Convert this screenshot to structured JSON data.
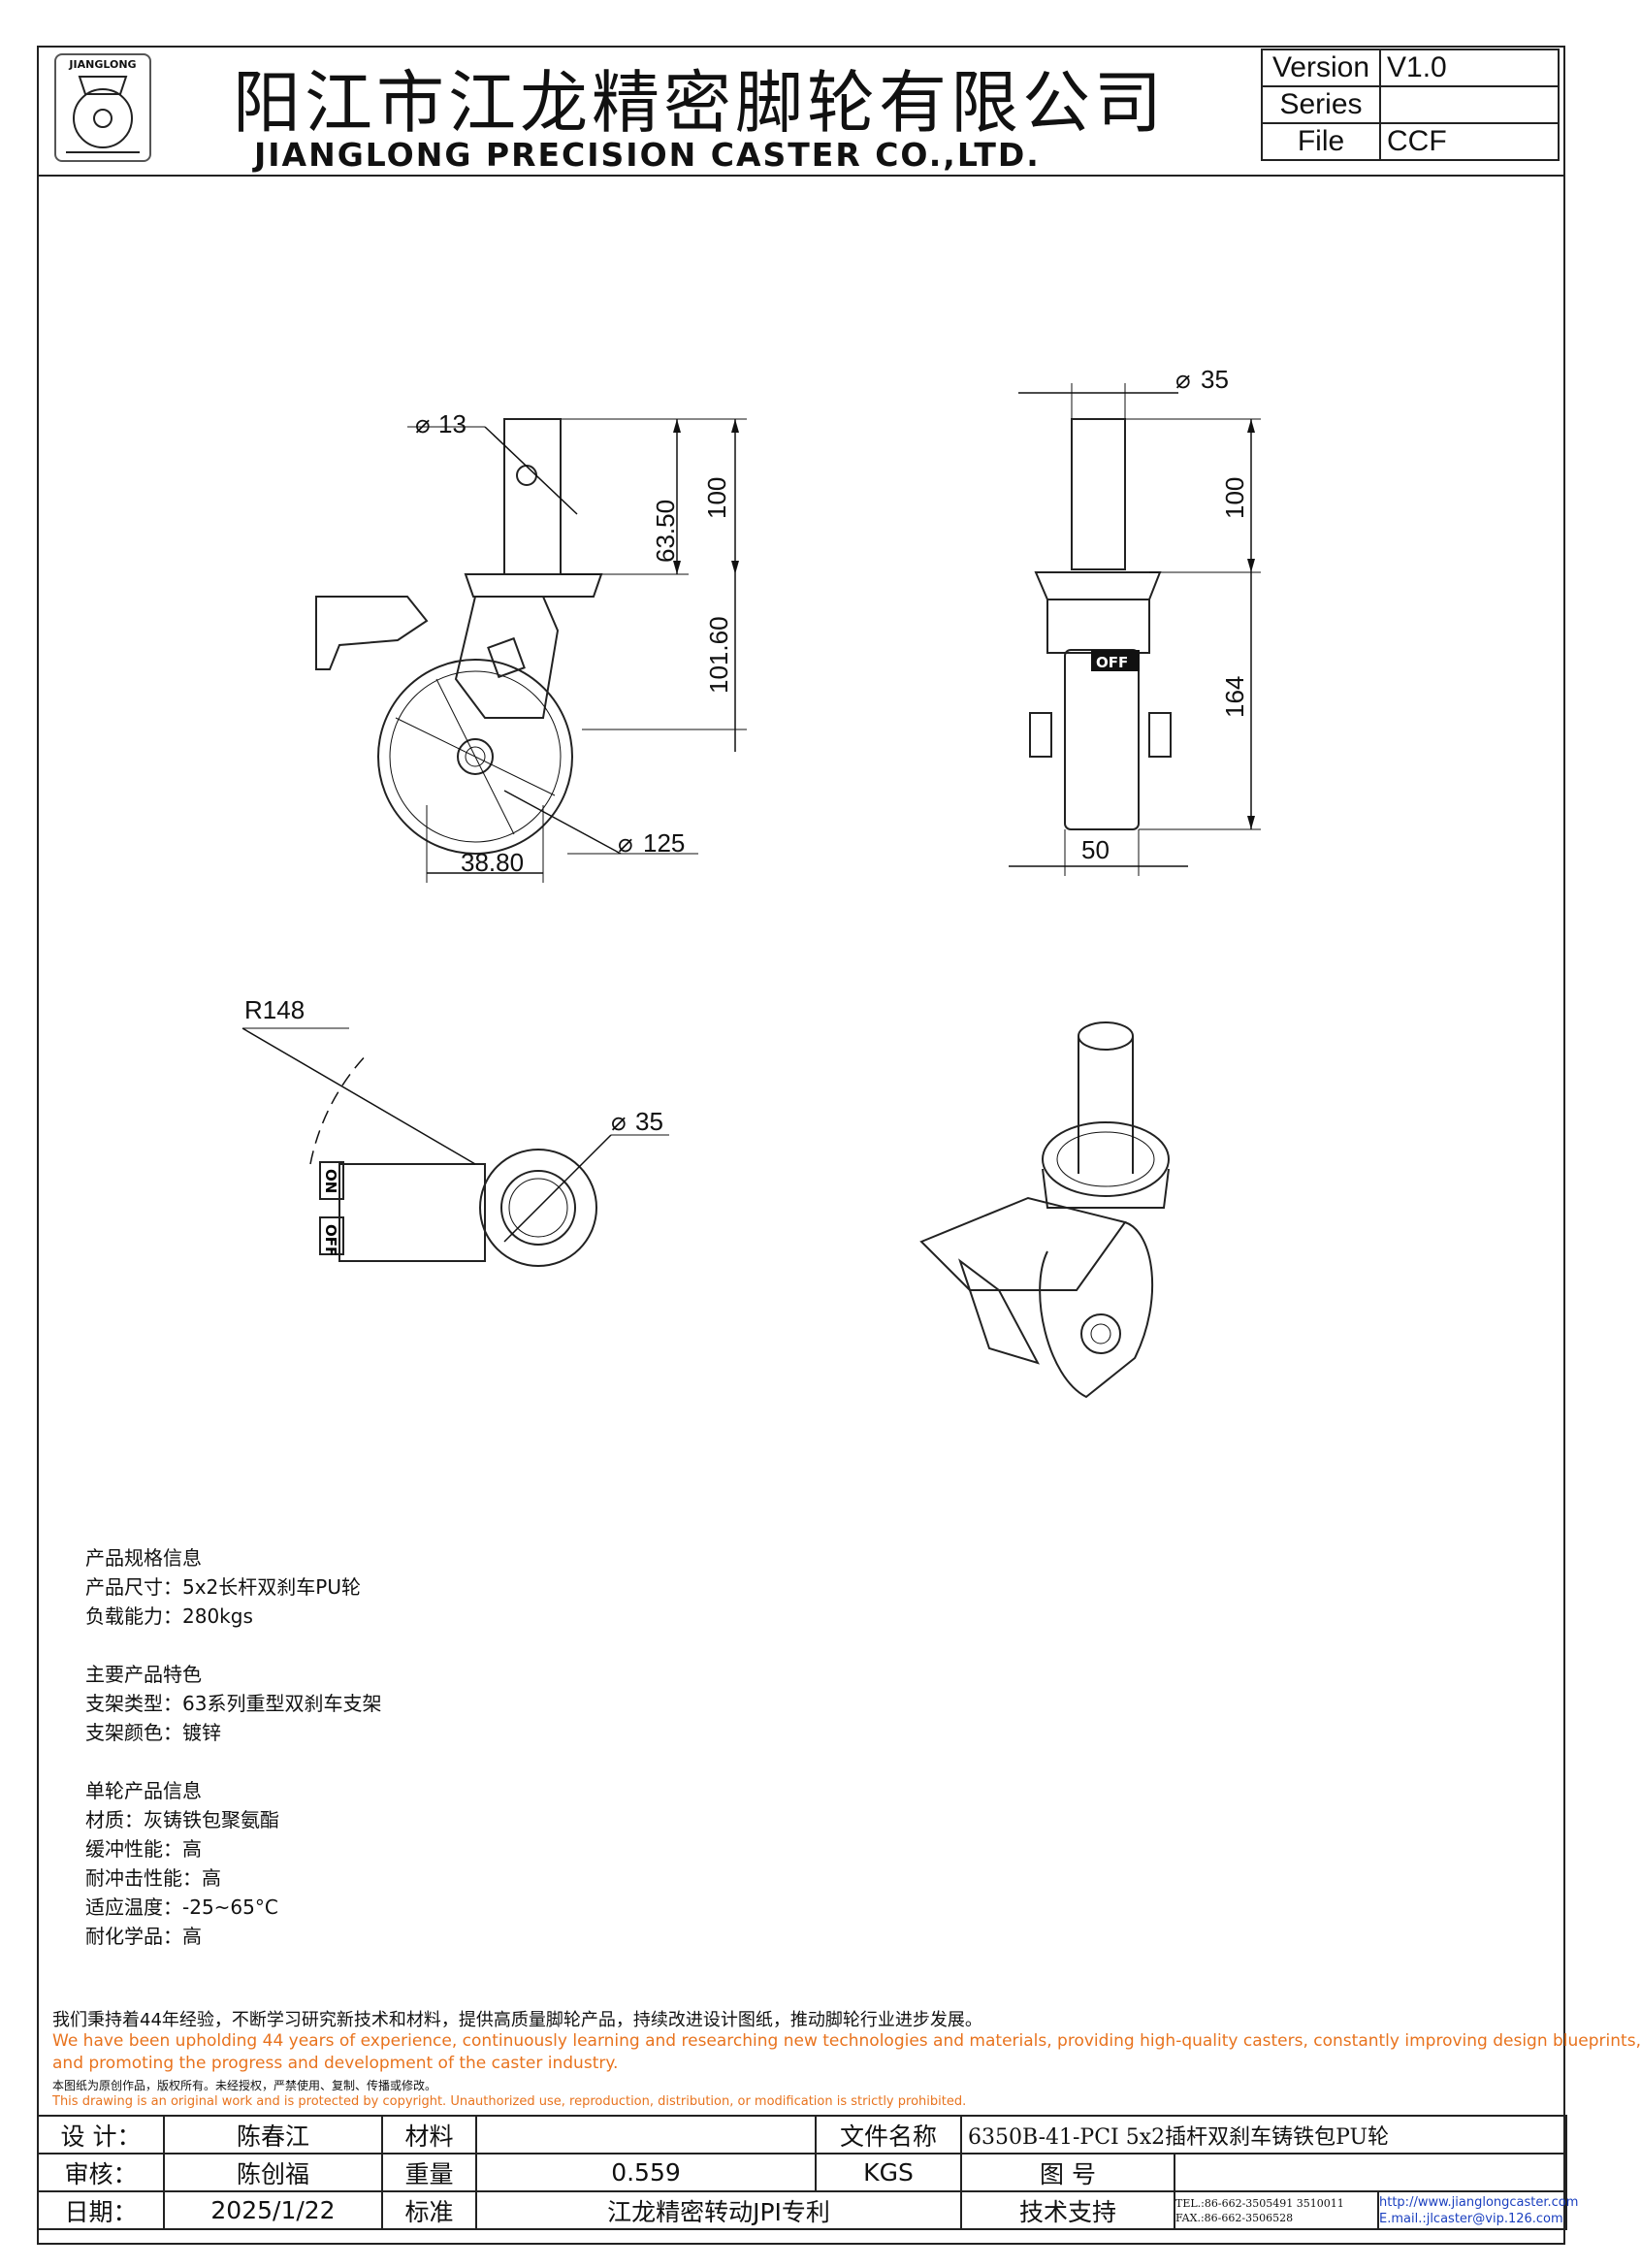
{
  "header": {
    "logo_text": "JIANGLONG",
    "company_cn": "阳江市江龙精密脚轮有限公司",
    "company_en": "JIANGLONG PRECISION CASTER CO.,LTD.",
    "version_label": "Version",
    "version_value": "V1.0",
    "series_label": "Series",
    "series_value": "",
    "file_label": "File",
    "file_value": "CCF"
  },
  "drawing": {
    "dims_side": {
      "stem_dia": "13",
      "height_stem": "100",
      "hole_offset": "63.50",
      "body_height": "101.60",
      "offset": "38.80",
      "wheel_dia": "125"
    },
    "dims_front": {
      "stem_dia": "35",
      "height_stem": "100",
      "total_height": "164",
      "wheel_width": "50"
    },
    "dims_top": {
      "radius": "R148",
      "dia": "35",
      "brake_on": "ON",
      "brake_off": "OFF"
    },
    "brake_label": "OFF"
  },
  "specs": {
    "section1_title": "产品规格信息",
    "size": "产品尺寸：5x2长杆双刹车PU轮",
    "load": "负载能力：280kgs",
    "section2_title": "主要产品特色",
    "bracket_type": "支架类型：63系列重型双刹车支架",
    "bracket_color": "支架颜色：镀锌",
    "section3_title": "单轮产品信息",
    "material": "材质：灰铸铁包聚氨酯",
    "cushion": "缓冲性能：高",
    "impact": "耐冲击性能：高",
    "temperature": "适应温度：-25~65°C",
    "chemical": "耐化学品：高"
  },
  "notice": {
    "line_cn": "我们秉持着44年经验，不断学习研究新技术和材料，提供高质量脚轮产品，持续改进设计图纸，推动脚轮行业进步发展。",
    "line_en_1": "We have been upholding 44 years of experience, continuously learning and researching new technologies and materials, providing high-quality casters, constantly improving design blueprints,",
    "line_en_2": "and promoting the progress and development of the caster industry.",
    "copyright_cn": "本图纸为原创作品，版权所有。未经授权，严禁使用、复制、传播或修改。",
    "copyright_en": "This drawing is an original work and is protected by copyright. Unauthorized use, reproduction, distribution, or modification is strictly prohibited."
  },
  "footer": {
    "design_label": "设 计：",
    "design_value": "陈春江",
    "material_label": "材料",
    "material_value": "",
    "filename_label": "文件名称",
    "filename_value": "6350B-41-PCI 5x2插杆双刹车铸铁包PU轮",
    "review_label": "审核：",
    "review_value": "陈创福",
    "weight_label": "重量",
    "weight_value": "0.559",
    "weight_unit": "KGS",
    "drawing_label": "图 号",
    "drawing_value": "",
    "date_label": "日期：",
    "date_value": "2025/1/22",
    "standard_label": "标准",
    "standard_value": "江龙精密转动JPI专利",
    "support_label": "技术支持",
    "tel": "TEL.:86-662-3505491 3510011",
    "fax": "FAX.:86-662-3506528",
    "website": "http://www.jianglongcaster.com",
    "email": "E.mail.:jlcaster@vip.126.com"
  }
}
